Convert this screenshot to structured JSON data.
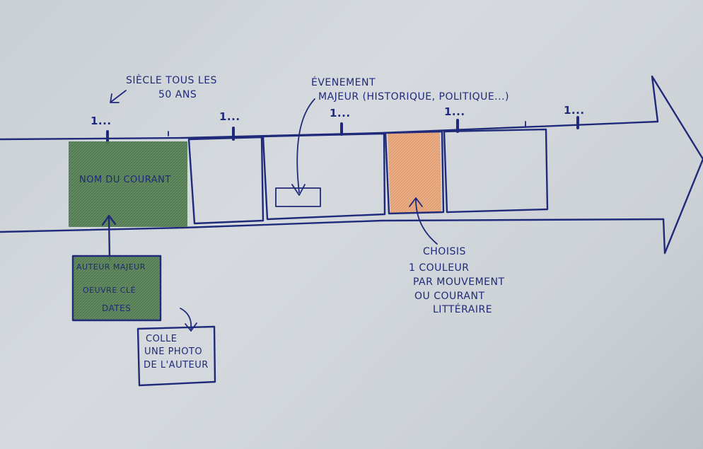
{
  "annotations": {
    "century_note": [
      "SIÈCLE TOUS LES",
      "50 ANS"
    ],
    "event_note": [
      "ÉVENEMENT",
      "MAJEUR (HISTORIQUE, POLITIQUE...)"
    ],
    "color_note": [
      "CHOISIS",
      "1 COULEUR",
      "PAR MOUVEMENT",
      "OU COURANT",
      "LITTÉRAIRE"
    ],
    "photo_note": [
      "COLLE",
      "UNE PHOTO",
      "DE L'AUTEUR"
    ]
  },
  "timeline": {
    "ticks": [
      "1...",
      "1...",
      "1...",
      "1...",
      "1..."
    ],
    "current_box_label": "NOM DU COURANT",
    "author_box": [
      "AUTEUR MAJEUR",
      "OEUVRE CLÉ",
      "DATES"
    ]
  },
  "colors": {
    "ink": "#1f2a7a",
    "paper": "#d6dade",
    "green_fill": "#4f7a4c",
    "orange_fill": "#e8a173"
  }
}
